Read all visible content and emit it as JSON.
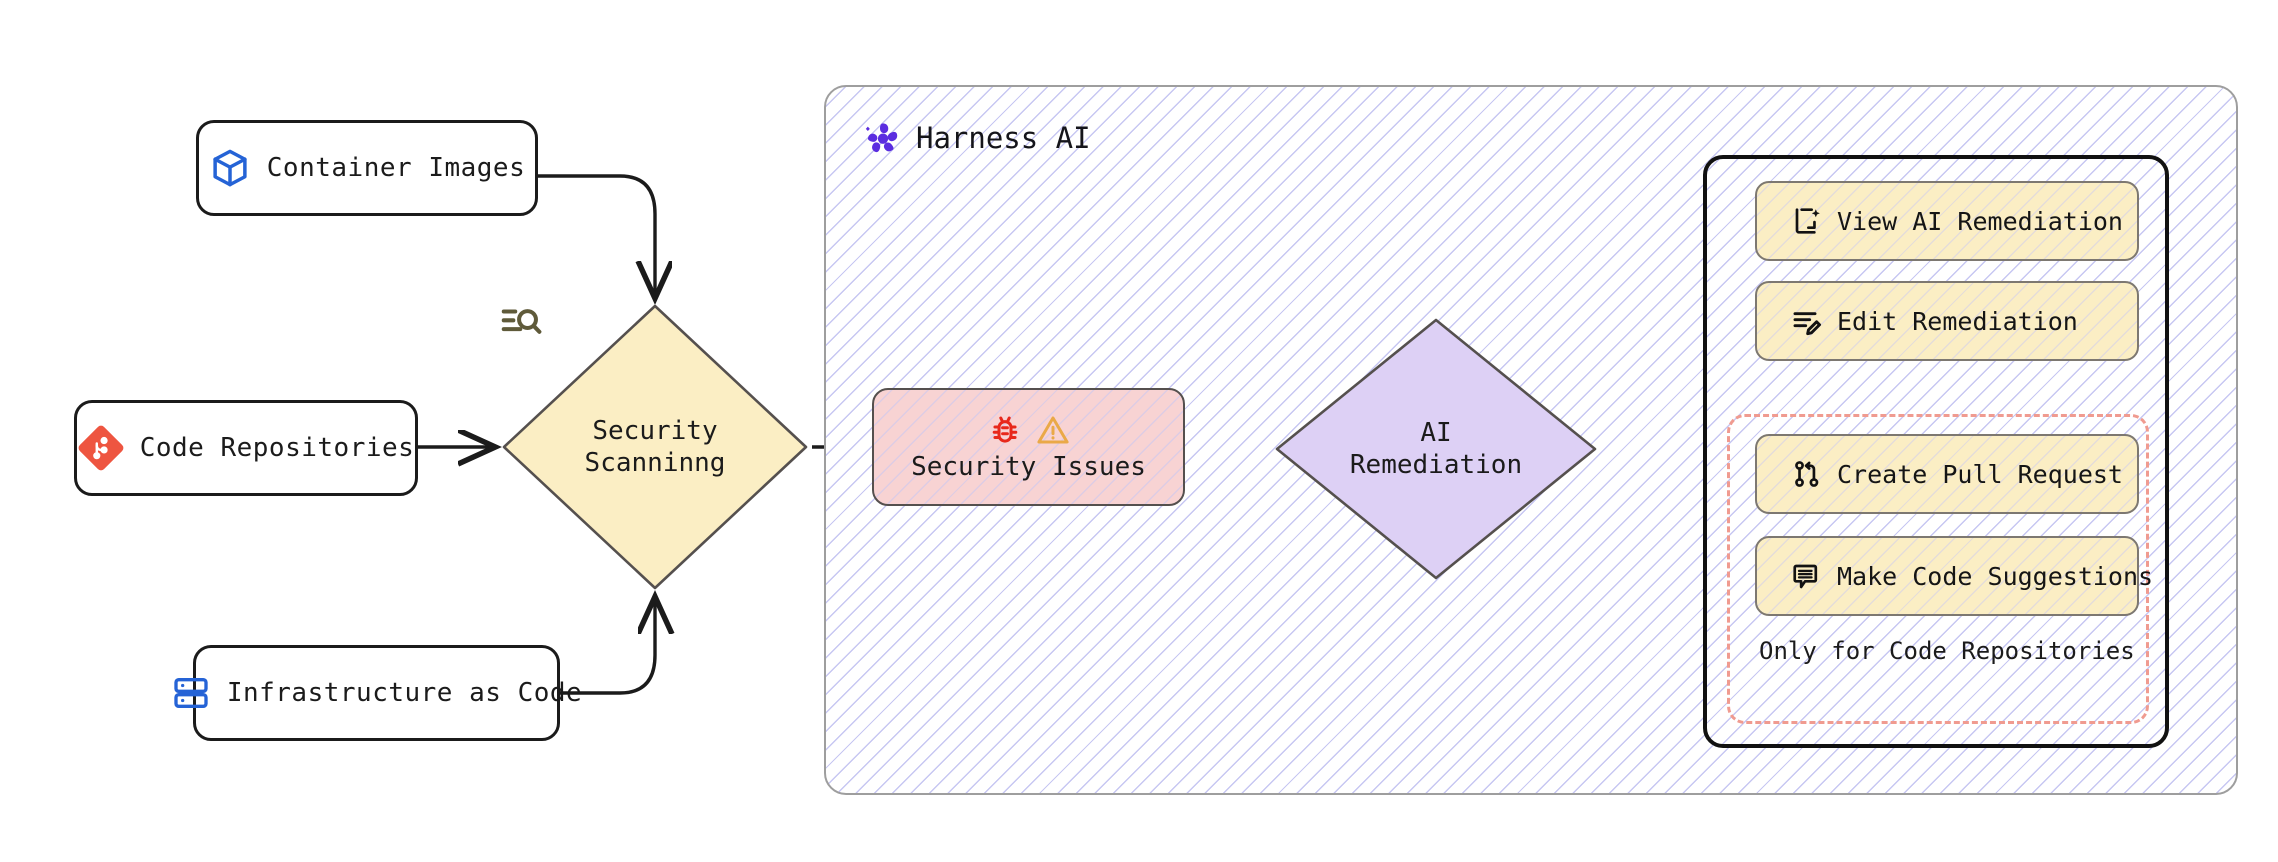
{
  "diagram": {
    "title": "Harness AI security scanning and remediation flow",
    "type": "flowchart"
  },
  "sources": [
    {
      "id": "container-images",
      "label": "Container Images",
      "icon": "cube-icon",
      "icon_color": "#2563d6"
    },
    {
      "id": "code-repositories",
      "label": "Code Repositories",
      "icon": "git-icon",
      "icon_color": "#ee5540"
    },
    {
      "id": "infrastructure-as-code",
      "label": "Infrastructure as Code",
      "icon": "server-stack-icon",
      "icon_color": "#2563d6"
    }
  ],
  "scanning": {
    "label": "Security\nScanninng",
    "icon": "scan-search-icon",
    "fill": "#fbeec4",
    "stroke": "#55504e",
    "icon_color": "#5f5a3a"
  },
  "harness": {
    "title": "Harness AI",
    "logo": "harness-flower-icon",
    "logo_color": "#5b2de0",
    "hatch_color": "#c7c7f2",
    "border_color": "#9e9e9e"
  },
  "issues": {
    "label": "Security Issues",
    "icons": [
      "bug-icon",
      "warning-triangle-icon"
    ],
    "bug_color": "#e8281b",
    "warning_color": "#eaa948",
    "fill": "#f8d3d3",
    "stroke": "#55504e"
  },
  "remediation": {
    "label": "AI\nRemediation",
    "fill": "#ddd0f5",
    "stroke": "#55504e"
  },
  "actions": {
    "items": [
      {
        "id": "view-ai-remediation",
        "label": "View AI Remediation",
        "icon": "document-sparkle-icon"
      },
      {
        "id": "edit-remediation",
        "label": "Edit Remediation",
        "icon": "lines-pencil-icon"
      },
      {
        "id": "create-pull-request",
        "label": "Create Pull Request",
        "icon": "pull-request-icon"
      },
      {
        "id": "make-code-suggestions",
        "label": "Make Code Suggestions",
        "icon": "comment-lines-icon"
      }
    ],
    "restricted_caption": "Only for Code Repositories",
    "restricted_border_color": "#f09b90",
    "button_fill": "#fbeec4",
    "button_stroke": "#7d7871",
    "panel_border": "#111111"
  }
}
